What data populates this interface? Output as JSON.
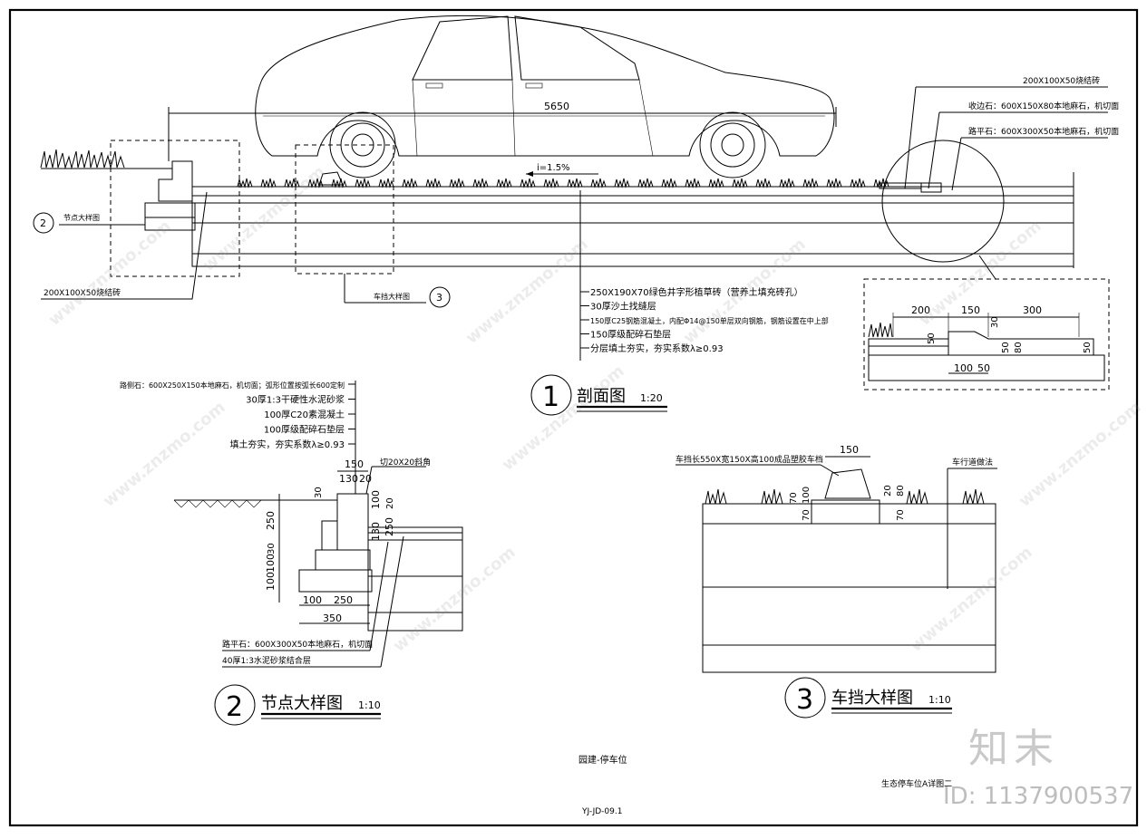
{
  "section_main": {
    "title": "剖面图",
    "scale": "1:20",
    "number": "1",
    "car_length": "5650",
    "slope": "i=1.5%",
    "tag_node": "节点大样图",
    "tag_stop": "车挡大样图",
    "left_label": "200X100X50烧结砖",
    "layers": [
      "250X190X70绿色井字形植草砖（营养土填充砖孔）",
      "30厚沙土找缝层",
      "150厚C25钢筋混凝土，内配Φ14@150单层双向钢筋，钢筋设置在中上部",
      "150厚级配碎石垫层",
      "分层填土夯实，夯实系数λ≥0.93"
    ],
    "right_labels": [
      "200X100X50烧结砖",
      "收边石：600X150X80本地麻石，机切面",
      "路平石：600X300X50本地麻石，机切面"
    ],
    "inset_dims": [
      "200",
      "150",
      "300",
      "30",
      "50",
      "50",
      "80",
      "50",
      "100",
      "50"
    ]
  },
  "section_node": {
    "title": "节点大样图",
    "scale": "1:10",
    "number": "2",
    "labels": [
      "路侧石：600X250X150本地麻石，机切面；弧形位置按弧长600定制",
      "30厚1:3干硬性水泥砂浆",
      "100厚C20素混凝土",
      "100厚级配碎石垫层",
      "填土夯实，夯实系数λ≥0.93"
    ],
    "chamfer": "切20X20斜角",
    "dims": [
      "150",
      "130",
      "20",
      "30",
      "250",
      "30",
      "100",
      "100",
      "100",
      "130",
      "250",
      "20",
      "100",
      "250",
      "350"
    ],
    "bottom_labels": [
      "路平石：600X300X50本地麻石，机切面",
      "40厚1:3水泥砂浆结合层"
    ]
  },
  "section_stop": {
    "title": "车挡大样图",
    "scale": "1:10",
    "number": "3",
    "label": "车挡长550X宽150X高100成品塑胶车档",
    "label_right": "车行道做法",
    "dims": [
      "150",
      "70",
      "100",
      "70",
      "20",
      "80",
      "70"
    ]
  },
  "footer": {
    "sheet_title": "园建-停车位",
    "drawing_name": "生态停车位A详图二",
    "drawing_code": "YJ-JD-09.1"
  },
  "watermark": {
    "text": "www.znzmo.com",
    "brand": "知末",
    "id": "ID: 1137900537"
  }
}
